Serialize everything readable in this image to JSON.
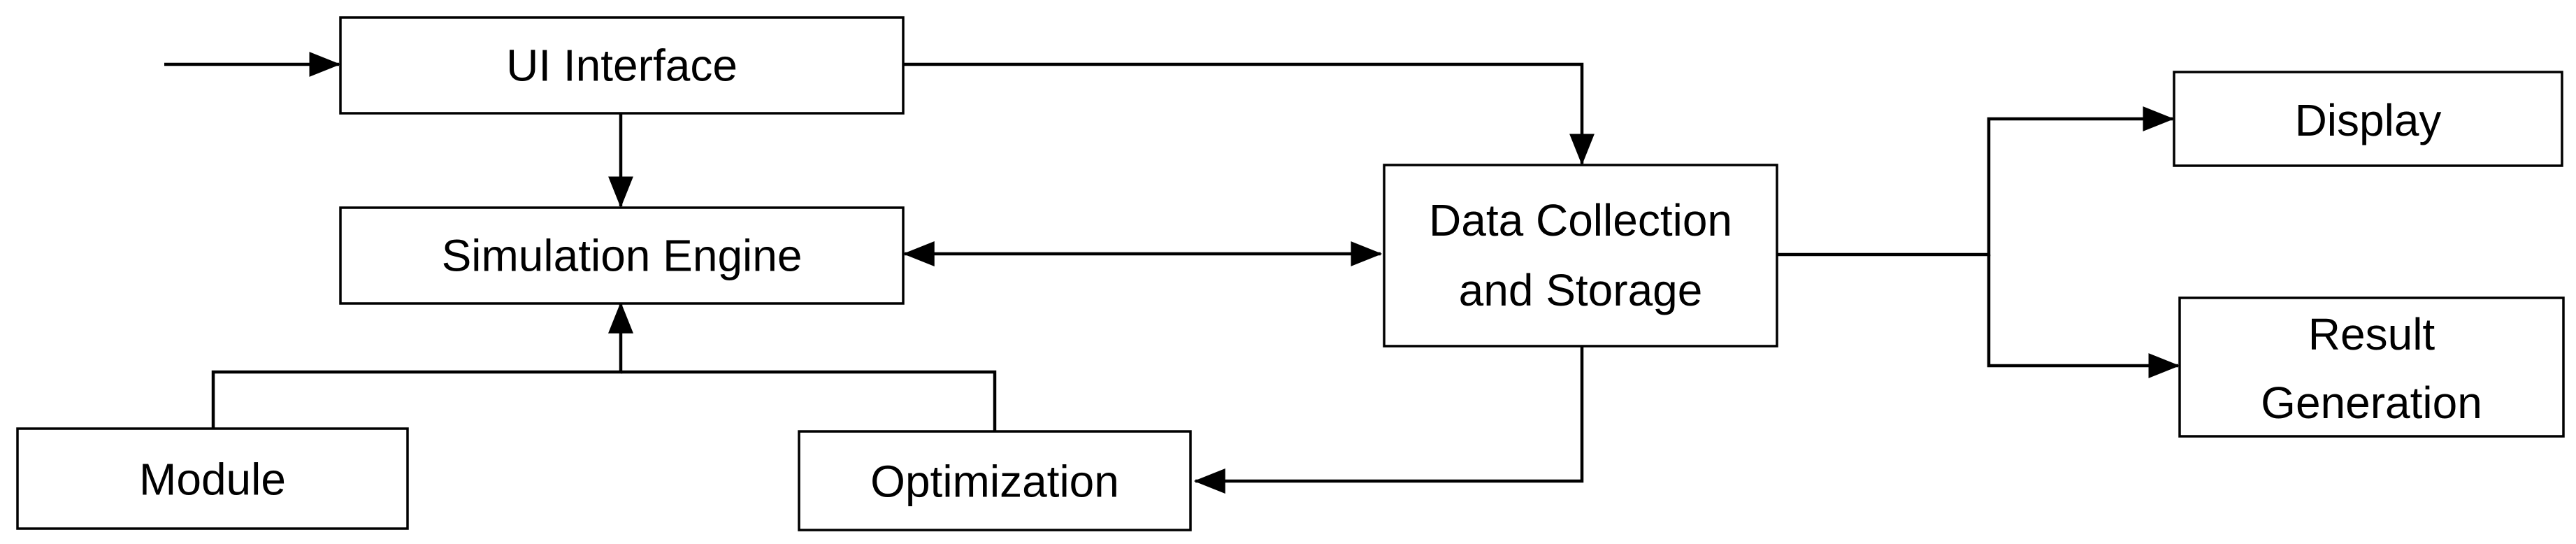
{
  "nodes": {
    "ui_interface": {
      "lines": [
        "UI Interface"
      ]
    },
    "simulation_engine": {
      "lines": [
        "Simulation Engine"
      ]
    },
    "module": {
      "lines": [
        "Module"
      ]
    },
    "optimization": {
      "lines": [
        "Optimization"
      ]
    },
    "data_collection": {
      "lines": [
        "Data Collection",
        "and Storage"
      ]
    },
    "display": {
      "lines": [
        "Display"
      ]
    },
    "result_generation": {
      "lines": [
        "Result",
        "Generation"
      ]
    }
  },
  "edges": [
    {
      "from": "input",
      "to": "ui_interface"
    },
    {
      "from": "ui_interface",
      "to": "simulation_engine"
    },
    {
      "from": "ui_interface",
      "to": "data_collection"
    },
    {
      "from": "simulation_engine",
      "to": "data_collection",
      "bidirectional": true
    },
    {
      "from": "module",
      "to": "simulation_engine"
    },
    {
      "from": "optimization",
      "to": "simulation_engine"
    },
    {
      "from": "data_collection",
      "to": "optimization"
    },
    {
      "from": "data_collection",
      "to": "display"
    },
    {
      "from": "data_collection",
      "to": "result_generation"
    }
  ]
}
